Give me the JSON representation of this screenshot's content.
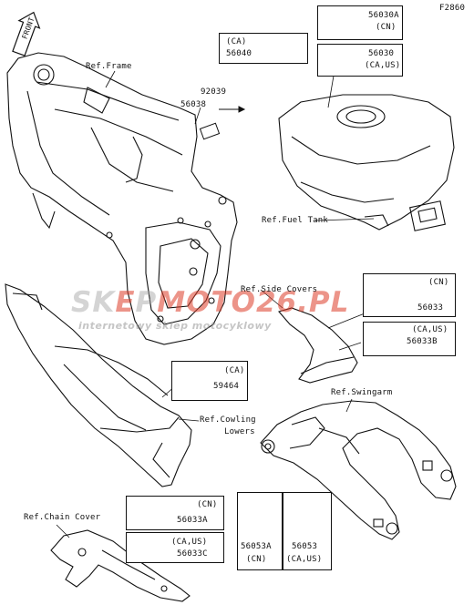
{
  "figure_code": "F2860",
  "front_arrow": "FRONT",
  "refs": {
    "frame": "Ref.Frame",
    "fuel_tank": "Ref.Fuel Tank",
    "side_covers": "Ref.Side Covers",
    "cowling_lowers_1": "Ref.Cowling",
    "cowling_lowers_2": "Lowers",
    "swingarm": "Ref.Swingarm",
    "chain_cover": "Ref.Chain Cover"
  },
  "parts": {
    "p56030A": {
      "number": "56030A",
      "market": "(CN)"
    },
    "p56030": {
      "number": "56030",
      "market": "(CA,US)"
    },
    "p56040": {
      "number": "56040",
      "market": "(CA)"
    },
    "p92039": {
      "number": "92039"
    },
    "p56038": {
      "number": "56038"
    },
    "p56033": {
      "number": "56033",
      "market": "(CN)"
    },
    "p56033B": {
      "number": "56033B",
      "market": "(CA,US)"
    },
    "p59464": {
      "number": "59464",
      "market": "(CA)"
    },
    "p56033A": {
      "number": "56033A",
      "market": "(CN)"
    },
    "p56033C": {
      "number": "56033C",
      "market": "(CA,US)"
    },
    "p56053A": {
      "number": "56053A",
      "market": "(CN)"
    },
    "p56053": {
      "number": "56053",
      "market": "(CA,US)"
    }
  },
  "watermark": {
    "brand_gray_1": "SK",
    "brand_red_1": "E",
    "brand_gray_2": "P",
    "brand_red_2": "MOTO",
    "brand_gray_3": "26.PL",
    "tagline": "internetowy sklep motocyklowy"
  }
}
